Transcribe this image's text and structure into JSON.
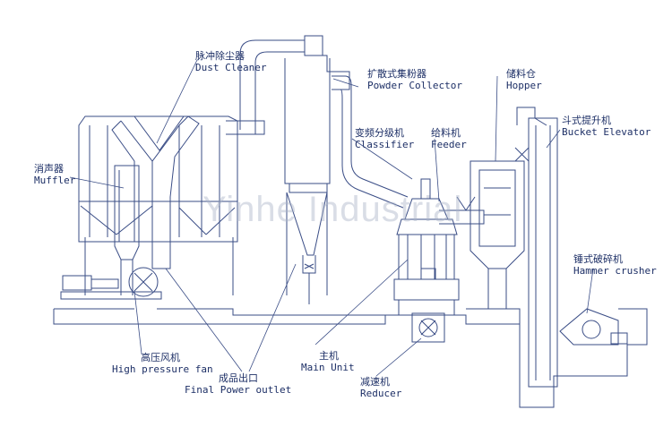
{
  "colors": {
    "line": "#3a4d86",
    "text": "#1d2f66",
    "watermark": "#b4bccf"
  },
  "watermark": "Yinhe Industrial",
  "labels": {
    "dust_cleaner": {
      "zh": "脉冲除尘器",
      "en": "Dust Cleaner"
    },
    "powder_collector": {
      "zh": "扩散式集粉器",
      "en": "Powder Collector"
    },
    "hopper": {
      "zh": "储料仓",
      "en": "Hopper"
    },
    "bucket_elevator": {
      "zh": "斗式提升机",
      "en": "Bucket Elevator"
    },
    "classifier": {
      "zh": "变频分级机",
      "en": "Classifier"
    },
    "feeder": {
      "zh": "给料机",
      "en": "Feeder"
    },
    "muffler": {
      "zh": "消声器",
      "en": "Muffler"
    },
    "hammer_crusher": {
      "zh": "锤式破碎机",
      "en": "Hammer crusher"
    },
    "high_pressure_fan": {
      "zh": "高压风机",
      "en": "High pressure fan"
    },
    "main_unit": {
      "zh": "主机",
      "en": "Main Unit"
    },
    "final_power_outlet": {
      "zh": "成品出口",
      "en": "Final Power outlet"
    },
    "reducer": {
      "zh": "减速机",
      "en": "Reducer"
    }
  }
}
